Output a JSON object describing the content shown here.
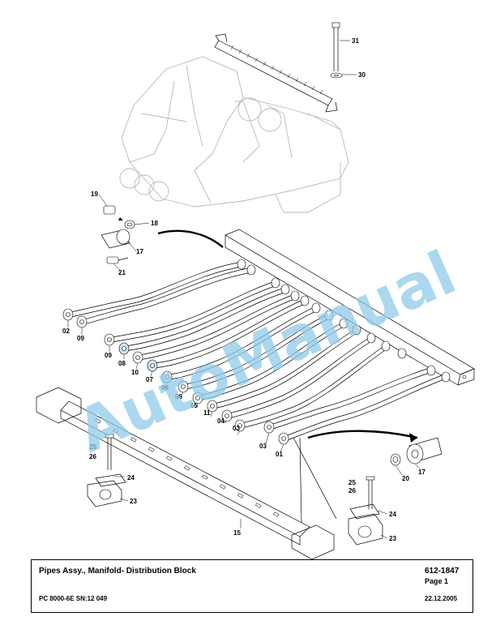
{
  "title_block": {
    "title": "Pipes Assy., Manifold- Distribution Block",
    "part_number": "612-1847",
    "page": "Page 1",
    "model": "PC 8000-6E SN:12 049",
    "date": "22.12.2005"
  },
  "watermark": "AutoManual",
  "callouts": {
    "c31": "31",
    "c30": "30",
    "c19": "19",
    "c18": "18",
    "c17a": "17",
    "c21": "21",
    "c02": "02",
    "c09a": "09",
    "c09b": "09",
    "c08": "08",
    "c10": "10",
    "c07": "07",
    "c06a": "06",
    "c06b": "06",
    "c05": "05",
    "c11": "11",
    "c04": "04",
    "c03a": "03",
    "c03b": "03",
    "c01": "01",
    "c17b": "17",
    "c20": "20",
    "c25a": "25",
    "c26a": "26",
    "c24a": "24",
    "c23a": "23",
    "c15": "15",
    "c25b": "25",
    "c26b": "26",
    "c24b": "24",
    "c23b": "23"
  }
}
